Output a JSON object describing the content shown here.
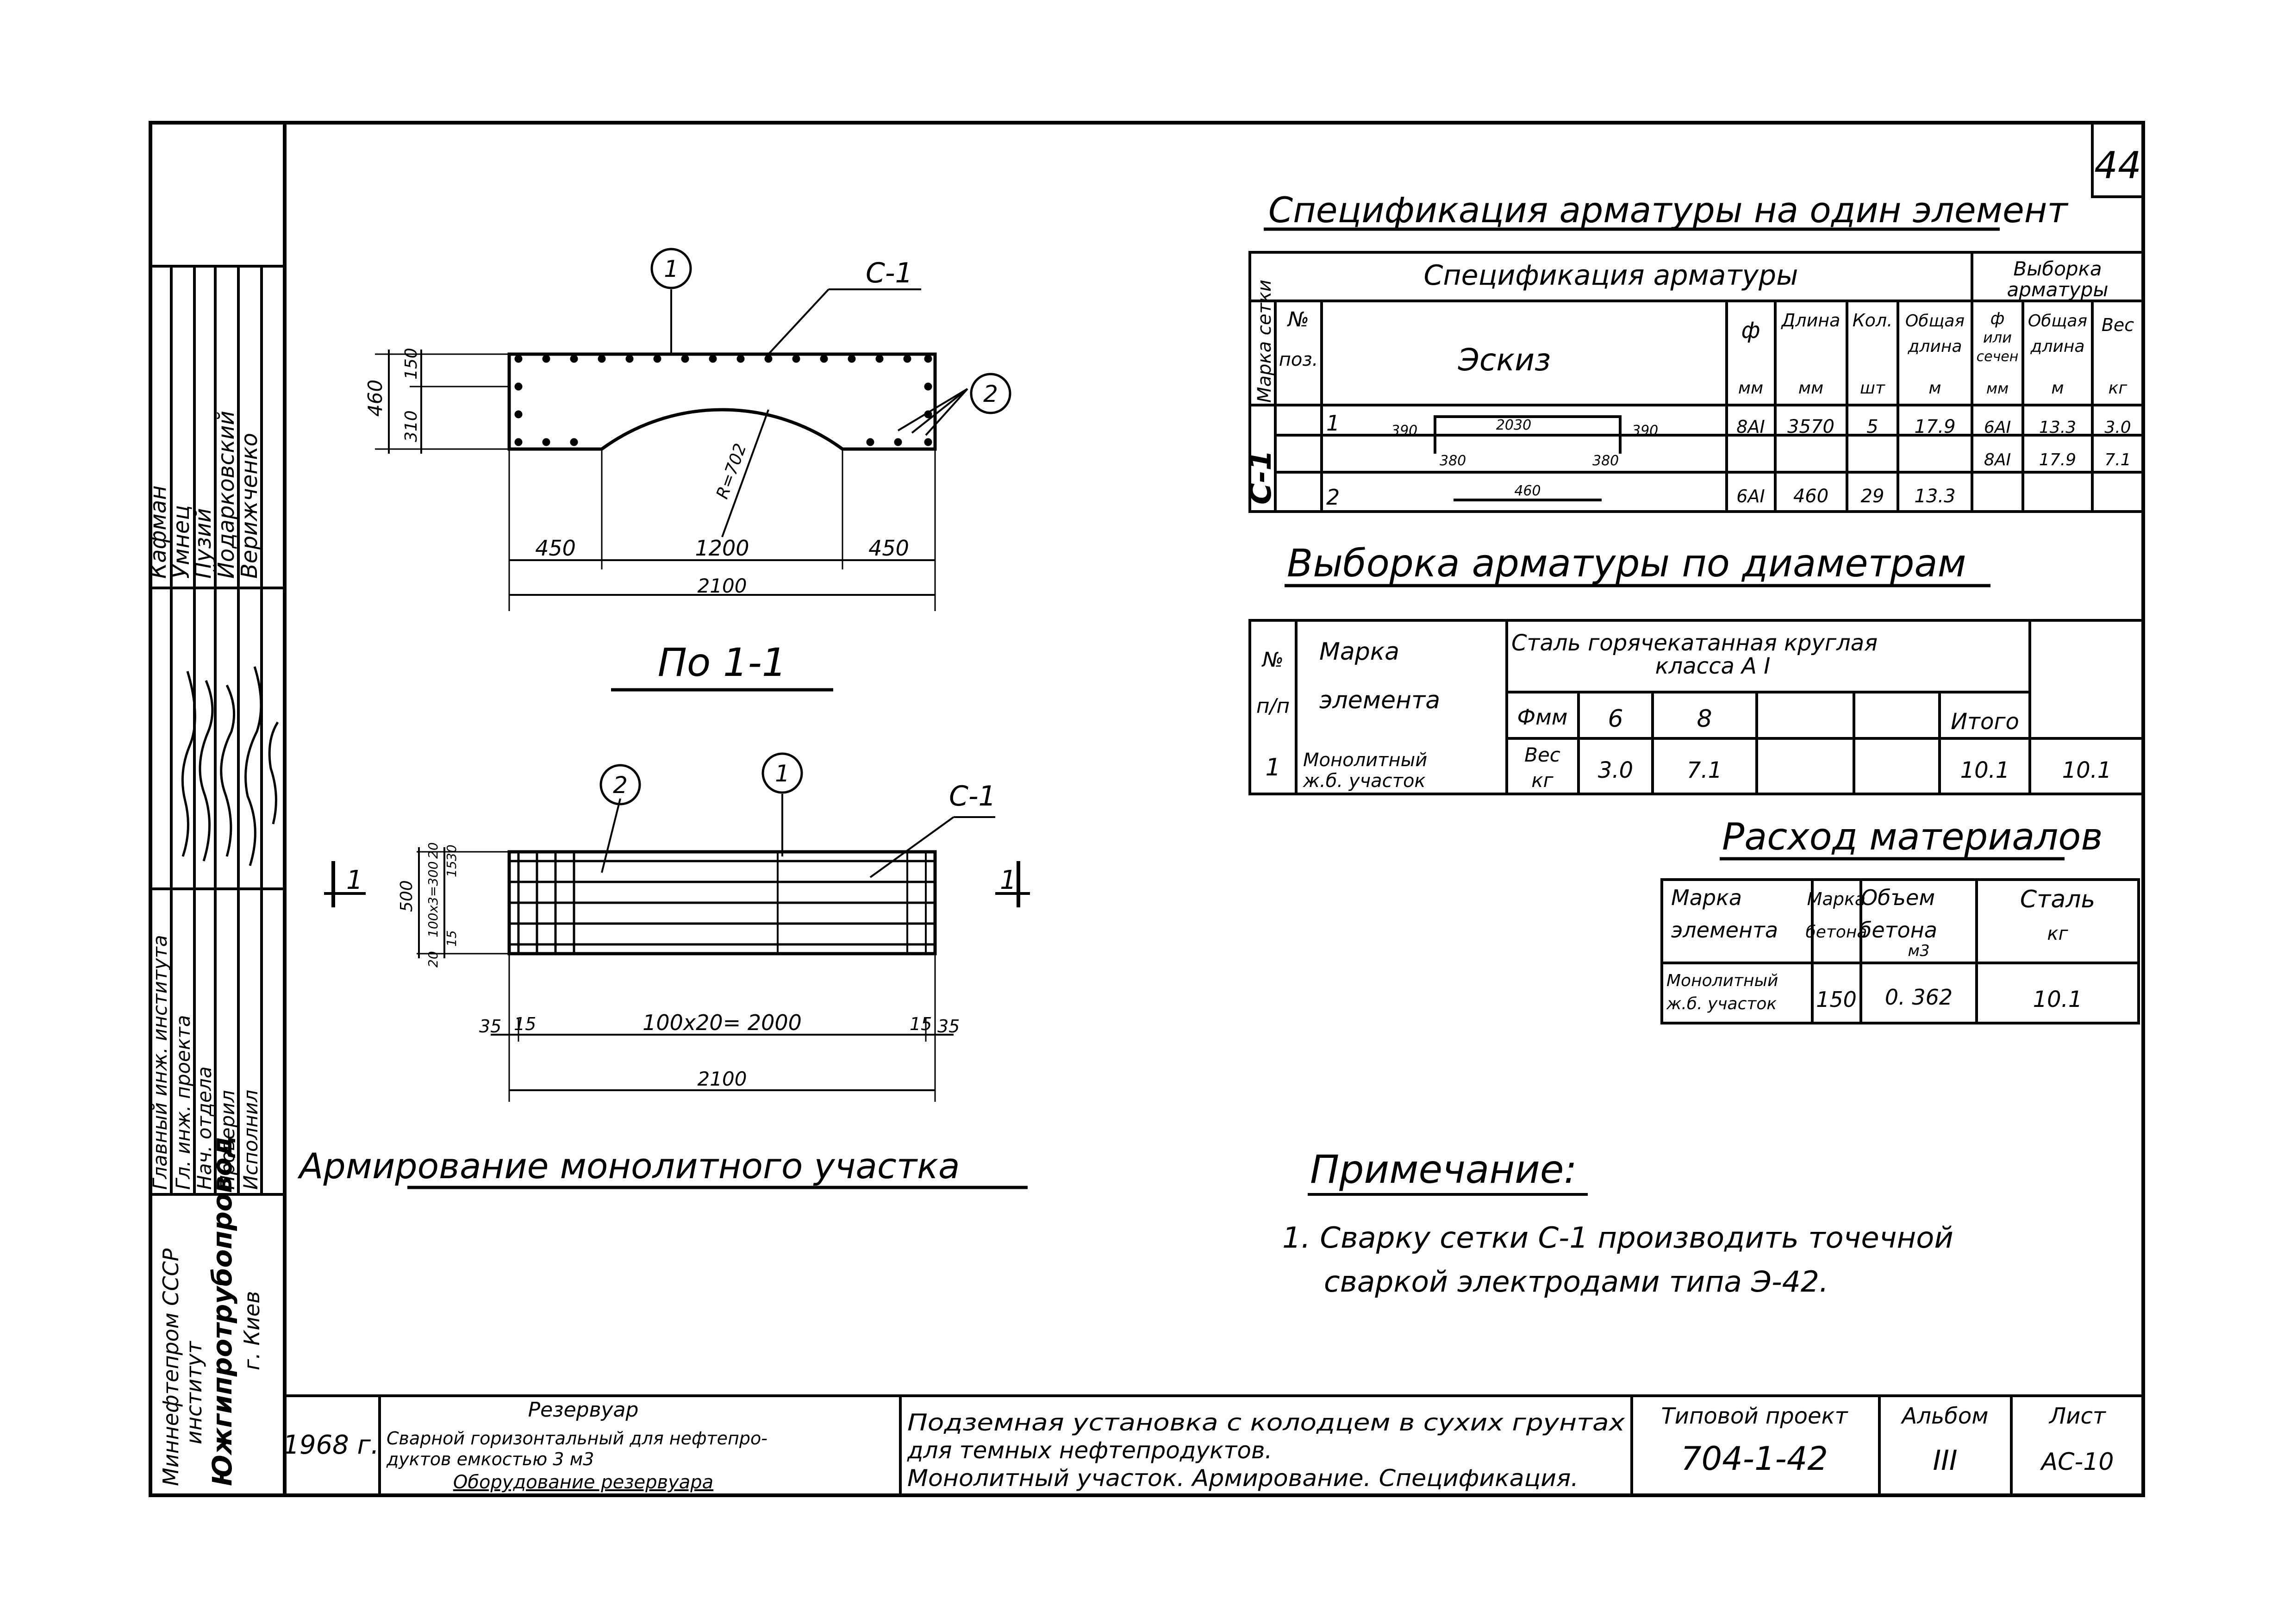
{
  "sheet_number": "44",
  "spec_title": "Спецификация арматуры на один элемент",
  "spec_table": {
    "header_main": "Спецификация арматуры",
    "header_selection_1": "Выборка",
    "header_selection_2": "арматуры",
    "col_mark": "Марка сетки",
    "col_pos_1": "№",
    "col_pos_2": "поз.",
    "col_sketch": "Эскиз",
    "col_diam": "ф",
    "col_diam_unit": "мм",
    "col_length": "Длина",
    "col_length_unit": "мм",
    "col_qty": "Кол.",
    "col_qty_unit": "шт",
    "col_total_len_1": "Общая",
    "col_total_len_2": "длина",
    "col_total_len_unit": "м",
    "col_sel_diam_1": "ф",
    "col_sel_diam_2": "или",
    "col_sel_diam_3": "сечен",
    "col_sel_diam_unit": "мм",
    "col_sel_len_1": "Общая",
    "col_sel_len_2": "длина",
    "col_sel_len_unit": "м",
    "col_weight": "Вес",
    "col_weight_unit": "кг",
    "mark_value": "С-1",
    "rows": [
      {
        "pos": "1",
        "sk_left": "390",
        "sk_top": "2030",
        "sk_right": "390",
        "sk_bl": "380",
        "sk_br": "380",
        "diam": "8АI",
        "length": "3570",
        "qty": "5",
        "total": "17.9",
        "sel_diam": "6АI",
        "sel_len": "13.3",
        "weight": "3.0"
      },
      {
        "sel_diam": "8АI",
        "sel_len": "17.9",
        "weight": "7.1"
      },
      {
        "pos": "2",
        "sk_len": "460",
        "diam": "6АI",
        "length": "460",
        "qty": "29",
        "total": "13.3"
      }
    ]
  },
  "sel_title": "Выборка арматуры по диаметрам",
  "sel_table": {
    "col_n_1": "№",
    "col_n_2": "п/п",
    "col_mark_1": "Марка",
    "col_mark_2": "элемента",
    "col_steel_1": "Сталь горячекатанная круглая",
    "col_steel_2": "класса А I",
    "col_phi": "Фмм",
    "d6": "6",
    "d8": "8",
    "col_total": "Итого",
    "weight_label_1": "Вес",
    "weight_label_2": "кг",
    "row_n": "1",
    "row_mark_1": "Монолитный",
    "row_mark_2": "ж.б. участок",
    "w6": "3.0",
    "w8": "7.1",
    "total": "10.1",
    "grand": "10.1"
  },
  "mat_title": "Расход материалов",
  "mat_table": {
    "col_mark_1": "Марка",
    "col_mark_2": "элемента",
    "col_grade_1": "Марка",
    "col_grade_2": "бетона",
    "col_vol_1": "Объем",
    "col_vol_2": "бетона",
    "col_vol_unit": "м3",
    "col_steel_1": "Сталь",
    "col_steel_unit": "кг",
    "row_mark_1": "Монолитный",
    "row_mark_2": "ж.б. участок",
    "grade": "150",
    "volume": "0. 362",
    "steel": "10.1"
  },
  "notes_title": "Примечание:",
  "note_1_a": "1. Сварку сетки С-1 производить точечной",
  "note_1_b": "сваркой электродами типа Э-42.",
  "drawing": {
    "label_c1": "С-1",
    "callout_1": "1",
    "callout_2": "2",
    "dim_460": "460",
    "dim_150": "150",
    "dim_310": "310",
    "radius": "R=702",
    "dim_450_l": "450",
    "dim_1200": "1200",
    "dim_450_r": "450",
    "dim_2100": "2100",
    "section_title": "По 1-1",
    "section_mark": "1",
    "dim_500": "500",
    "dim_20a": "20",
    "dim_15a": "15",
    "dim_100x3": "100х3=300",
    "dim_30": "30",
    "dim_15b": "15",
    "dim_20b": "20",
    "dim_35_l": "35",
    "dim_15_l": "15",
    "dim_2000": "100х20= 2000",
    "dim_15_r": "15",
    "dim_35_r": "35",
    "dim_2100b": "2100",
    "plan_title": "Армирование монолитного участка"
  },
  "side_stamp": {
    "names": [
      "Кафман",
      "Умнец",
      "Пузий",
      "Йодарковский",
      "Верижченко"
    ],
    "roles": [
      "Главный инж. института",
      "Гл. инж. проекта",
      "Нач. отдела",
      "Проверил",
      "Исполнил"
    ],
    "org_1": "Миннефтепром СССР",
    "org_2": "институт",
    "org_3": "Южгипротрубопровод",
    "org_4": "г. Киев"
  },
  "title_block": {
    "year": "1968 г.",
    "reservoir_title": "Резервуар",
    "reservoir_desc_1": "Сварной горизонтальный для нефтепро-",
    "reservoir_desc_2": "дуктов емкостью    3 м3",
    "reservoir_desc_3": "Оборудование резервуара",
    "desc_1": "Подземная установка с колодцем в сухих грунтах",
    "desc_2": "для темных нефтепродуктов.",
    "desc_3": "Монолитный участок. Армирование. Спецификация.",
    "typical_label": "Типовой проект",
    "typical_value": "704-1-42",
    "album_label": "Альбом",
    "album_value": "III",
    "sheet_label": "Лист",
    "sheet_value": "АС-10"
  }
}
